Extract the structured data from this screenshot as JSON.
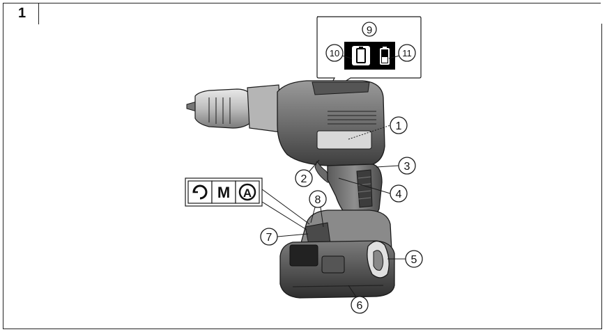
{
  "figure": {
    "number": "1"
  },
  "callouts": [
    "1",
    "2",
    "3",
    "4",
    "5",
    "6",
    "7",
    "8",
    "9",
    "10",
    "11"
  ],
  "mode_panel": {
    "letters": [
      "M",
      "A"
    ],
    "icons": [
      "rotation-mode-icon",
      "manual-mode-icon",
      "auto-mode-icon"
    ]
  },
  "battery_panel": {
    "icons": [
      "battery-empty-icon",
      "battery-charge-icon"
    ]
  },
  "colors": {
    "line": "#1a1a1a",
    "body_dark": "#4a4a4a",
    "body_mid": "#8a8a8a",
    "body_light": "#c8c8c8",
    "panel_black": "#000000"
  }
}
